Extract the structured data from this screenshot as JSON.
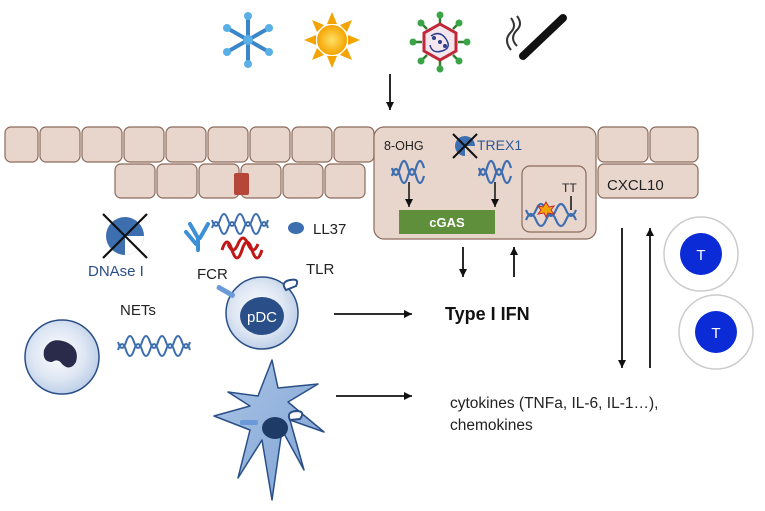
{
  "triggers": [
    {
      "icon": "snowflake-icon"
    },
    {
      "icon": "sun-icon"
    },
    {
      "icon": "virus-icon"
    },
    {
      "icon": "cigarette-icon"
    }
  ],
  "labels": {
    "ohg": "8-OHG",
    "trex1": "TREX1",
    "cgas": "cGAS",
    "tt": "TT",
    "cxcl10": "CXCL10",
    "dnase": "DNAse I",
    "ll37": "LL37",
    "fcr": "FCR",
    "tlr": "TLR",
    "pdc": "pDC",
    "nets": "NETs",
    "type1ifn": "Type I IFN",
    "cytokines_line1": "cytokines (TNFa, IL-6, IL-1…),",
    "cytokines_line2": "chemokines",
    "t_cell": "T"
  },
  "colors": {
    "cell_fill": "#e8d5cc",
    "cell_stroke": "#8a6a5a",
    "dna_blue": "#3d6fb0",
    "dna_red": "#c01818",
    "cgas_green": "#5f8f3a",
    "t_blue": "#0a2bd6",
    "pdc_blue": "#2a4f88",
    "trex_text": "#2f5a9a",
    "lesion_red": "#b5473a"
  }
}
